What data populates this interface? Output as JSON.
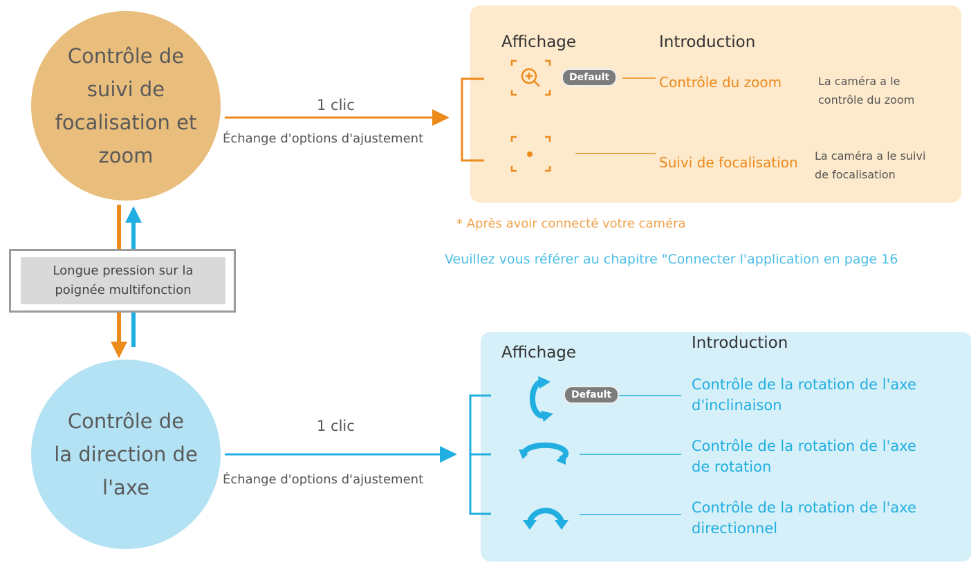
{
  "top_group": {
    "circle_label": "Contrôle de\nsuivi de\nfocalisation et\nzoom",
    "arrow_top_label": "1 clic",
    "arrow_bottom_label": "Échange d'options d'ajustement",
    "panel": {
      "col_display": "Affichage",
      "col_intro": "Introduction",
      "rows": [
        {
          "icon": "zoom-magnifier-icon",
          "badge": "Default",
          "intro": "Contrôle du zoom",
          "desc": "La caméra a le\ncontrôle du zoom"
        },
        {
          "icon": "focus-tracking-icon",
          "badge": "",
          "intro": "Suivi de focalisation",
          "desc": "La caméra a le suivi\nde focalisation"
        }
      ]
    },
    "note_after": "* Après avoir connecté votre caméra",
    "note_ref": "Veuillez vous référer au chapitre \"Connecter l'application en page 16"
  },
  "long_press": {
    "label": "Longue pression sur la\npoignée multifonction"
  },
  "bottom_group": {
    "circle_label": "Contrôle de\nla direction de\nl'axe",
    "arrow_top_label": "1 clic",
    "arrow_bottom_label": "Échange d'options d'ajustement",
    "panel": {
      "col_display": "Affichage",
      "col_intro": "Introduction",
      "rows": [
        {
          "icon": "tilt-rotation-icon",
          "badge": "Default",
          "intro": "Contrôle de la rotation de l'axe\nd'inclinaison"
        },
        {
          "icon": "roll-rotation-icon",
          "badge": "",
          "intro": "Contrôle de la rotation de l'axe\nde rotation"
        },
        {
          "icon": "pan-rotation-icon",
          "badge": "",
          "intro": "Contrôle de la rotation de l'axe\ndirectionnel"
        }
      ]
    }
  },
  "colors": {
    "orange": "#ec8a1c",
    "blue": "#21aee0",
    "orange_circle": "#e9bd7c",
    "blue_circle": "#b3e2f4",
    "orange_panel": "#fde9cc",
    "blue_panel": "#d6f0fa"
  }
}
